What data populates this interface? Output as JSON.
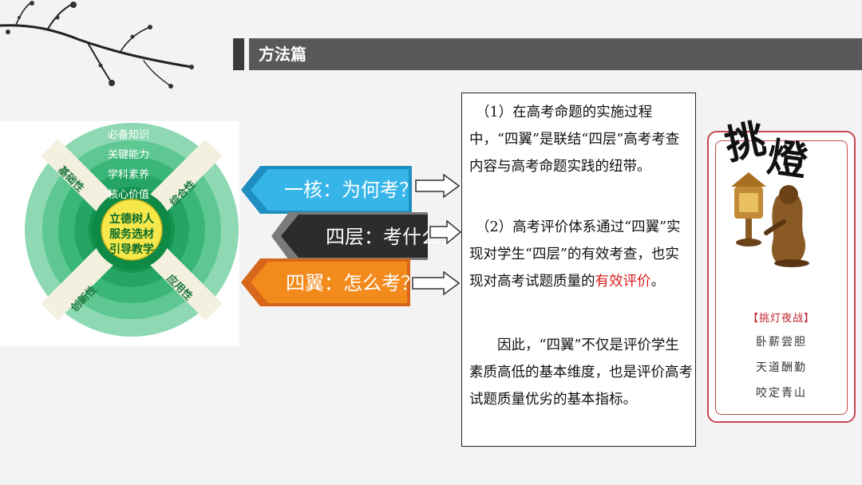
{
  "header": {
    "title": "方法篇"
  },
  "wheel": {
    "rings": [
      "必备知识",
      "关键能力",
      "学科素养",
      "核心价值"
    ],
    "center": [
      "立德树人",
      "服务选材",
      "引导教学"
    ],
    "axes": [
      "基础性",
      "综合性",
      "应用性",
      "创新性"
    ]
  },
  "flow": {
    "items": [
      {
        "label": "一核：为何考？",
        "color": "#37b5e8"
      },
      {
        "label": "四层：考什么？",
        "color": "#2c2c2c"
      },
      {
        "label": "四翼：怎么考？",
        "color": "#f38a1c"
      }
    ]
  },
  "textbox": {
    "p1": "（1）在高考命题的实施过程中，“四翼”是联结“四层”高考考查内容与高考命题实践的纽带。",
    "p2_before": "（2）高考评价体系通过“四翼”实现对学生“四层”的有效考查，也实现对高考试题质量的",
    "p2_highlight": "有效评价",
    "p2_after": "。",
    "p3": "因此，“四翼”不仅是评价学生素质高低的基本维度，也是评价高考试题质量优劣的基本指标。"
  },
  "card": {
    "calligraphy": [
      "挑",
      "燈"
    ],
    "caption": "【挑灯夜战】",
    "lines": [
      "卧薪尝胆",
      "天道酬勤",
      "咬定青山"
    ]
  },
  "colors": {
    "accent_red": "#d81e1e",
    "card_border": "#c8474f",
    "wheel_green": "#2fae6d"
  }
}
